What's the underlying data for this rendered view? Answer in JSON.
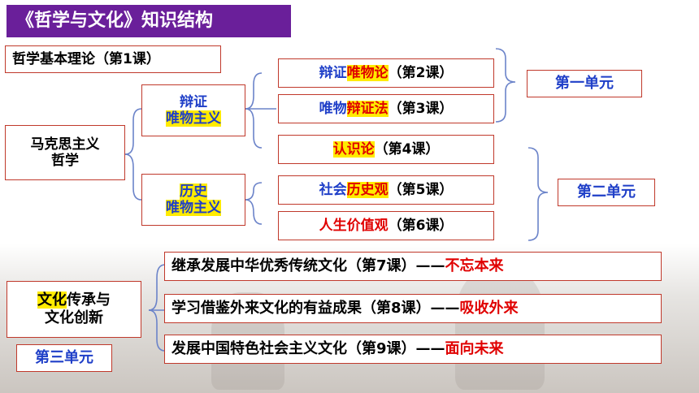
{
  "title": "《哲学与文化》知识结构",
  "basic": "哲学基本理论（第1课）",
  "marx": {
    "line1": "马克思主义",
    "line2": "哲学"
  },
  "dialectical": {
    "line1": "辩证",
    "line2": "唯物主义"
  },
  "historical": {
    "line1": "历史",
    "line2": "唯物主义"
  },
  "lesson2": {
    "a": "辩证",
    "b": "唯物论",
    "c": "（第2课）"
  },
  "lesson3": {
    "a": "唯物",
    "b": "辩证法",
    "c": "（第3课）"
  },
  "lesson4": {
    "b": "认识论",
    "c": "（第4课）"
  },
  "lesson5": {
    "a": "社会",
    "b": "历史观",
    "c": "（第5课）"
  },
  "lesson6": {
    "b": "人生价值观",
    "c": "（第6课）"
  },
  "unit1": "第一单元",
  "unit2": "第二单元",
  "unit3": "第三单元",
  "culture": {
    "hl": "文化",
    "rest1": "传承与",
    "line2": "文化创新"
  },
  "lesson7": {
    "a": "继承发展中华优秀传统文化（第7课）——",
    "b": "不忘本来"
  },
  "lesson8": {
    "a": "学习借鉴外来文化的有益成果（第8课）——",
    "b": "吸收外来"
  },
  "lesson9": {
    "a": "发展中国特色社会主义文化（第9课）——",
    "b": "面向未来"
  },
  "colors": {
    "title_bg": "#6a1f9a",
    "border": "#c0392b",
    "blue": "#1f3fc8",
    "red": "#e00000",
    "highlight": "#ffeb00"
  }
}
